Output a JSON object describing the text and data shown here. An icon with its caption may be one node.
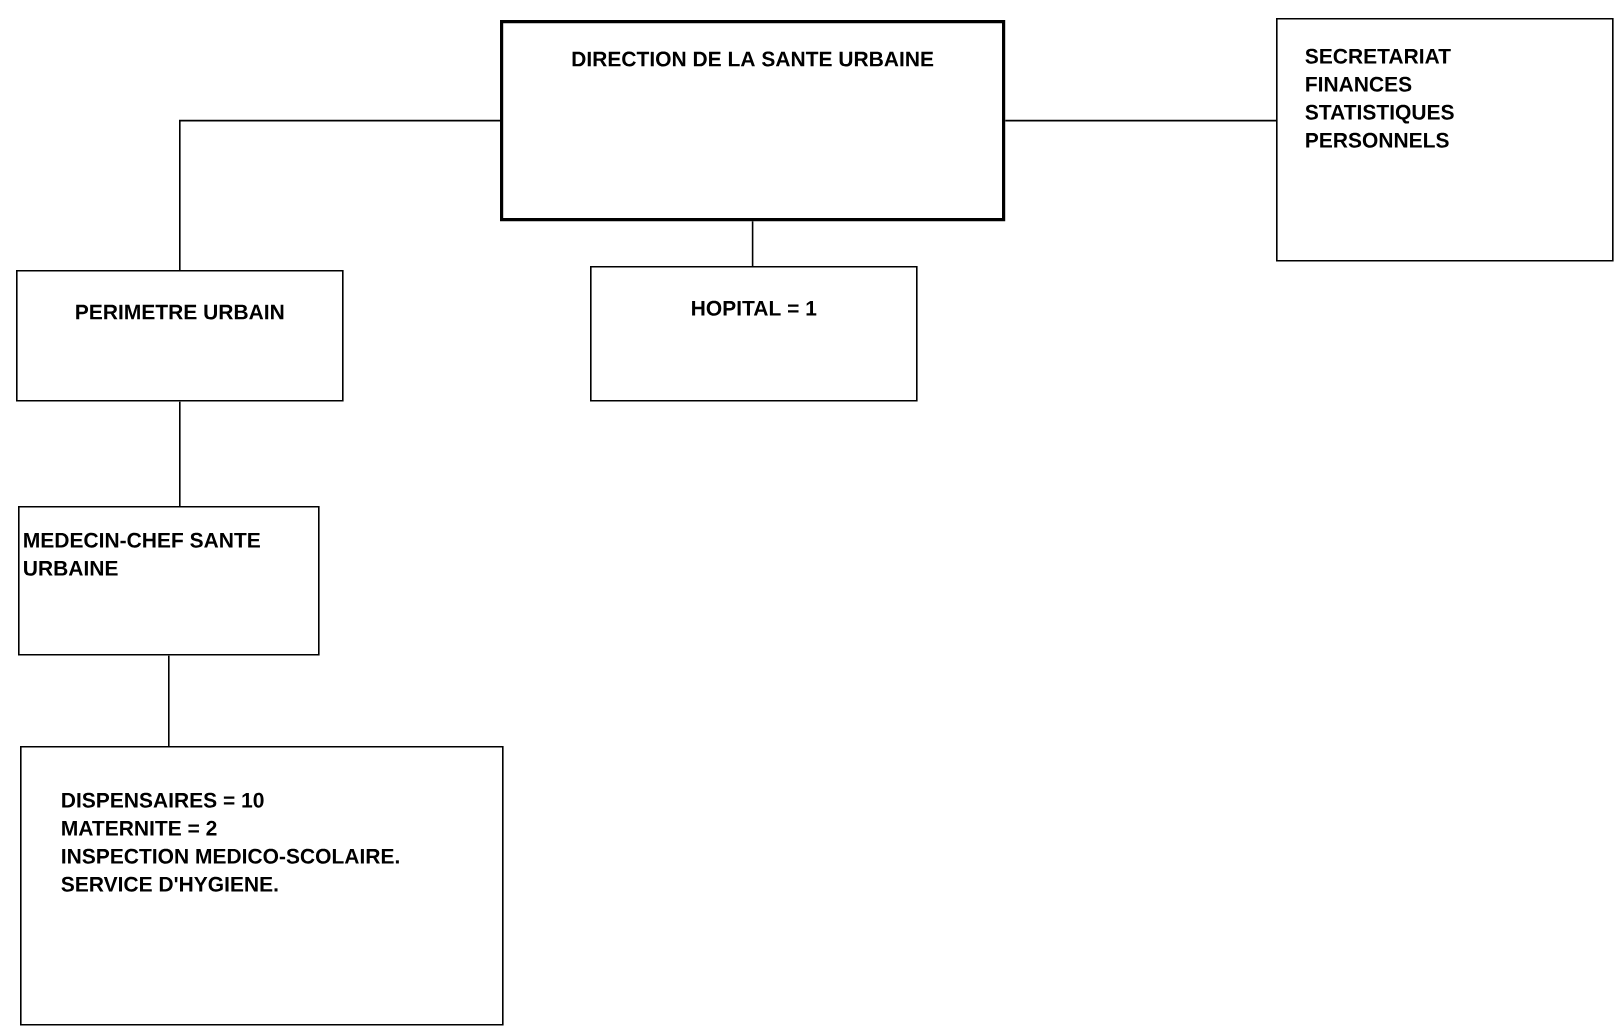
{
  "diagram": {
    "nodes": [
      {
        "text": [
          "DIRECTION DE LA SANTE URBAINE"
        ]
      },
      {
        "text": [
          "SECRETARIAT",
          "FINANCES",
          "STATISTIQUES",
          "PERSONNELS"
        ]
      },
      {
        "text": [
          "PERIMETRE URBAIN"
        ]
      },
      {
        "text": [
          "HOPITAL = 1"
        ]
      },
      {
        "text": [
          "MEDECIN-CHEF SANTE URBAINE"
        ]
      },
      {
        "text": [
          "DISPENSAIRES = 10",
          "MATERNITE = 2",
          "INSPECTION MEDICO-SCOLAIRE.",
          "SERVICE D'HYGIENE."
        ]
      }
    ],
    "edges": [
      {
        "from": 0,
        "to": 2,
        "arrow": "none"
      },
      {
        "from": 0,
        "to": 3,
        "arrow": "none"
      },
      {
        "from": 0,
        "to": 1,
        "arrow": "none"
      },
      {
        "from": 2,
        "to": 4,
        "arrow": "none"
      },
      {
        "from": 4,
        "to": 5,
        "arrow": "none"
      }
    ]
  }
}
